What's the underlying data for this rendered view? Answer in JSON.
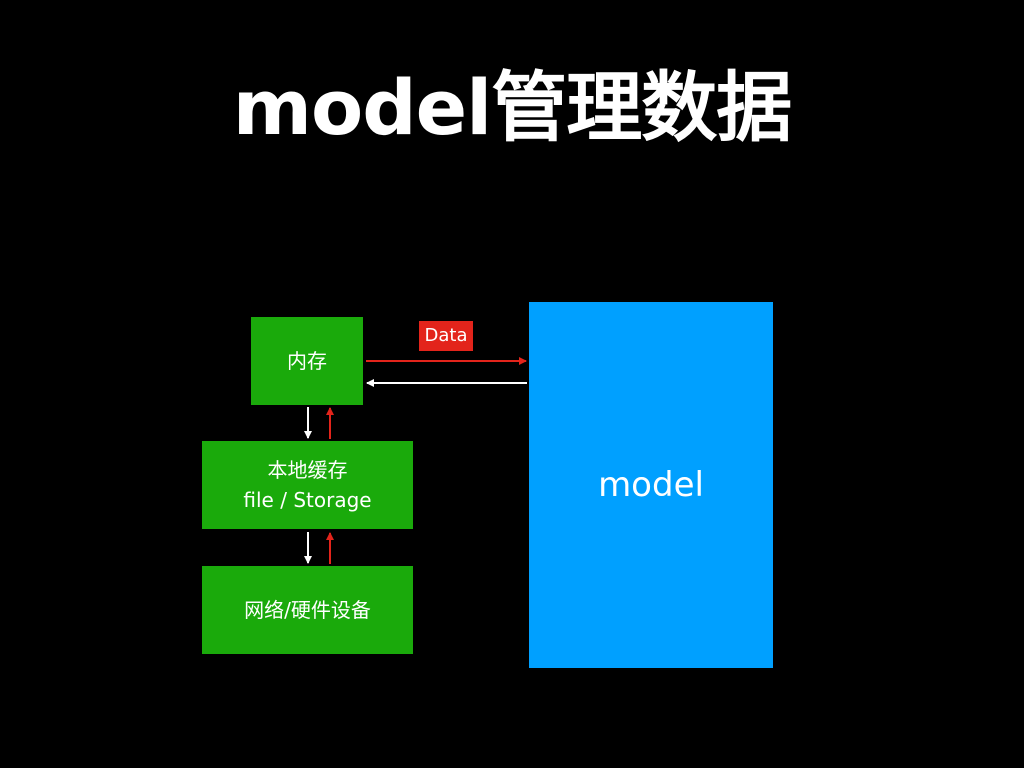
{
  "slide": {
    "title": "model管理数据"
  },
  "boxes": {
    "memory": {
      "label": "内存"
    },
    "local_cache": {
      "label": "本地缓存",
      "sublabel": "file / Storage"
    },
    "network": {
      "label": "网络/硬件设备"
    },
    "model": {
      "label": "model"
    }
  },
  "flow": {
    "data_label": "Data"
  },
  "colors": {
    "background": "#000000",
    "storage_box": "#1aaa0b",
    "model_box": "#00a0ff",
    "data_arrow": "#e3241b",
    "return_arrow": "#ffffff"
  }
}
